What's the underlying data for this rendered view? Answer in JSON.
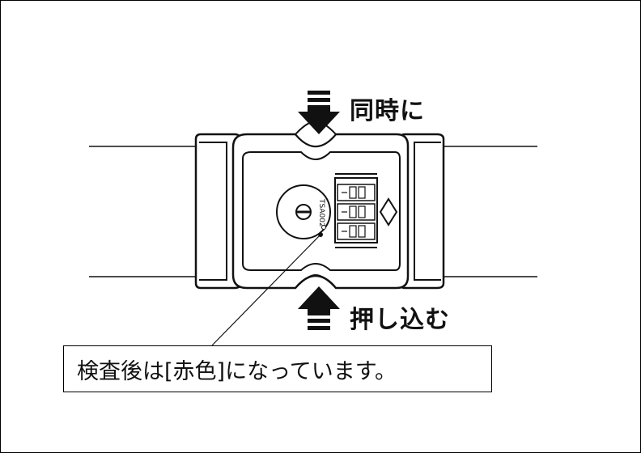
{
  "labels": {
    "press_together": "同時に",
    "push_in": "押し込む"
  },
  "dial": {
    "tsa_code": "TSA002"
  },
  "note": {
    "text": "検査後は[赤色]になっています。"
  },
  "colors": {
    "line": "#111111",
    "background": "#ffffff"
  }
}
